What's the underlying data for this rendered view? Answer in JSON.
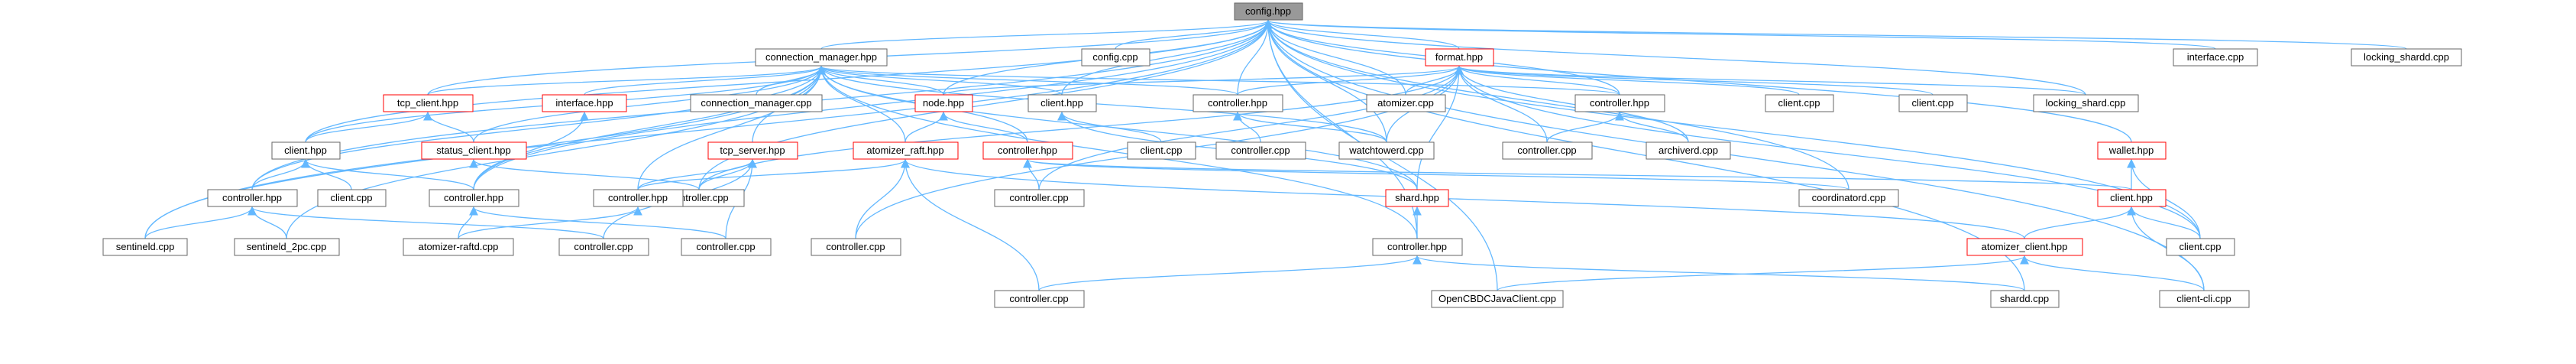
{
  "colors": {
    "edge": "#63b8ff",
    "node_border": "#666666",
    "red_border": "#ff0000",
    "root_fill": "#999999"
  },
  "nodes": {
    "config_hpp": "config.hpp",
    "connection_manager_hpp": "connection_manager.hpp",
    "config_cpp": "config.cpp",
    "format_hpp": "format.hpp",
    "interface_cpp": "interface.cpp",
    "locking_shardd_cpp": "locking_shardd.cpp",
    "tcp_client_hpp": "tcp_client.hpp",
    "interface_hpp": "interface.hpp",
    "connection_manager_cpp": "connection_manager.cpp",
    "node_hpp": "node.hpp",
    "client_hpp_a": "client.hpp",
    "controller_hpp_a": "controller.hpp",
    "atomizer_cpp": "atomizer.cpp",
    "controller_hpp_b": "controller.hpp",
    "client_cpp_a": "client.cpp",
    "client_cpp_b": "client.cpp",
    "locking_shard_cpp": "locking_shard.cpp",
    "client_hpp_b": "client.hpp",
    "status_client_hpp": "status_client.hpp",
    "tcp_server_hpp": "tcp_server.hpp",
    "atomizer_raft_hpp": "atomizer_raft.hpp",
    "controller_hpp_c": "controller.hpp",
    "client_cpp_c": "client.cpp",
    "controller_cpp_a": "controller.cpp",
    "watchtowerd_cpp": "watchtowerd.cpp",
    "controller_cpp_b": "controller.cpp",
    "archiverd_cpp": "archiverd.cpp",
    "wallet_hpp": "wallet.hpp",
    "controller_hpp_d": "controller.hpp",
    "client_cpp_d": "client.cpp",
    "controller_hpp_e": "controller.hpp",
    "controller_cpp_c": "controller.cpp",
    "controller_hpp_f": "controller.hpp",
    "controller_cpp_d": "controller.cpp",
    "shard_hpp": "shard.hpp",
    "coordinatord_cpp": "coordinatord.cpp",
    "client_hpp_c": "client.hpp",
    "sentineld_cpp": "sentineld.cpp",
    "sentineld_2pc_cpp": "sentineld_2pc.cpp",
    "atomizer_raftd_cpp": "atomizer-raftd.cpp",
    "controller_cpp_e": "controller.cpp",
    "controller_cpp_f": "controller.cpp",
    "controller_cpp_g": "controller.cpp",
    "controller_hpp_g": "controller.hpp",
    "atomizer_client_hpp": "atomizer_client.hpp",
    "client_cpp_e": "client.cpp",
    "controller_cpp_h": "controller.cpp",
    "opencbdc_java_client_cpp": "OpenCBDCJavaClient.cpp",
    "shardd_cpp": "shardd.cpp",
    "client_cli_cpp": "client-cli.cpp"
  }
}
